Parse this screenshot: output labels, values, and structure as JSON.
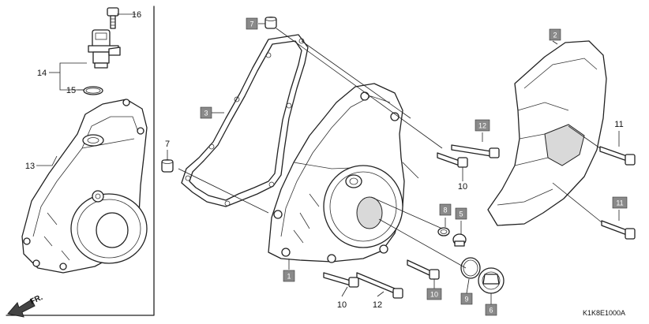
{
  "callouts": {
    "c1": "1",
    "c2": "2",
    "c3": "3",
    "c5": "5",
    "c6": "6",
    "c7a": "7",
    "c7b": "7",
    "c8": "8",
    "c9": "9",
    "c10a": "10",
    "c10b": "10",
    "c10c": "10",
    "c11a": "11",
    "c11b": "11",
    "c12a": "12",
    "c12b": "12",
    "c13": "13",
    "c14": "14",
    "c15": "15",
    "c16": "16"
  },
  "direction_label": "FR.",
  "drawing_code": "K1K8E1000A"
}
